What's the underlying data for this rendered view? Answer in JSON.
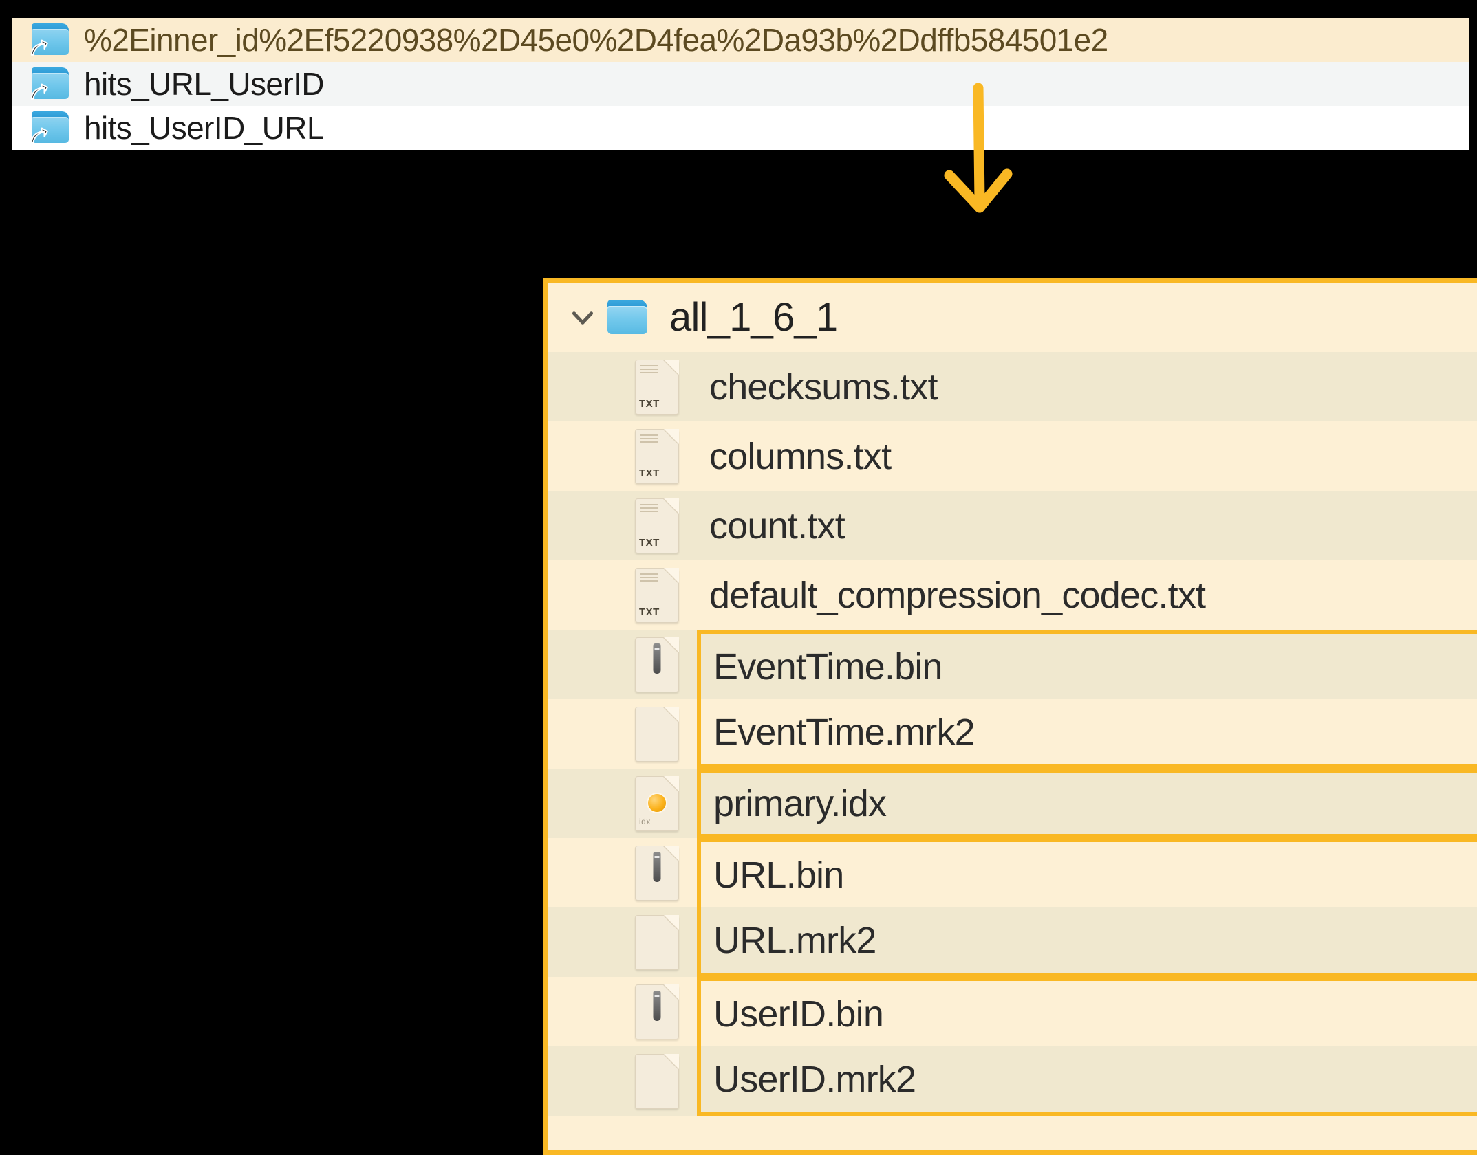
{
  "colors": {
    "accent_orange": "#f9b824",
    "panel_cream": "#fdf0d5",
    "row_stripe": "#f0e8cf",
    "selected_row": "#fbeccf",
    "alt_row": "#f3f5f5",
    "folder_blue": "#74c9ec",
    "background": "#000000"
  },
  "top_list": {
    "name": "directory-symlink-list",
    "rows": [
      {
        "label": "%2Einner_id%2Ef5220938%2D45e0%2D4fea%2Da93b%2Ddffb584501e2",
        "icon": "folder-alias-icon",
        "state": "selected"
      },
      {
        "label": "hits_URL_UserID",
        "icon": "folder-alias-icon",
        "state": "alt"
      },
      {
        "label": "hits_UserID_URL",
        "icon": "folder-alias-icon",
        "state": "plain"
      }
    ]
  },
  "arrow": {
    "name": "down-arrow-annotation",
    "direction": "down",
    "color": "#f9b824"
  },
  "tree_panel": {
    "name": "part-directory-contents",
    "root": {
      "label": "all_1_6_1",
      "icon": "folder-icon",
      "expander": "chevron-down-icon",
      "expanded": true
    },
    "files": [
      {
        "label": "checksums.txt",
        "icon": "txt-file-icon",
        "ext": "TXT",
        "stripe": true,
        "box": "none"
      },
      {
        "label": "columns.txt",
        "icon": "txt-file-icon",
        "ext": "TXT",
        "stripe": false,
        "box": "none"
      },
      {
        "label": "count.txt",
        "icon": "txt-file-icon",
        "ext": "TXT",
        "stripe": true,
        "box": "none"
      },
      {
        "label": "default_compression_codec.txt",
        "icon": "txt-file-icon",
        "ext": "TXT",
        "stripe": false,
        "box": "none"
      },
      {
        "label": "EventTime.bin",
        "icon": "binary-file-icon",
        "ext": "",
        "stripe": true,
        "box": "top"
      },
      {
        "label": "EventTime.mrk2",
        "icon": "blank-file-icon",
        "ext": "",
        "stripe": false,
        "box": "bottom"
      },
      {
        "label": "primary.idx",
        "icon": "idx-file-icon",
        "ext": "idx",
        "stripe": true,
        "box": "solo"
      },
      {
        "label": "URL.bin",
        "icon": "binary-file-icon",
        "ext": "",
        "stripe": false,
        "box": "top"
      },
      {
        "label": "URL.mrk2",
        "icon": "blank-file-icon",
        "ext": "",
        "stripe": true,
        "box": "bottom"
      },
      {
        "label": "UserID.bin",
        "icon": "binary-file-icon",
        "ext": "",
        "stripe": false,
        "box": "top"
      },
      {
        "label": "UserID.mrk2",
        "icon": "blank-file-icon",
        "ext": "",
        "stripe": true,
        "box": "bottom"
      }
    ]
  }
}
